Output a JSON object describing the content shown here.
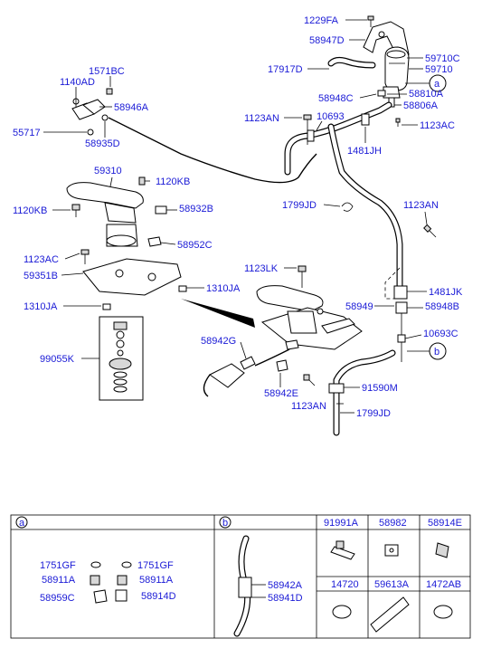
{
  "labels": {
    "l1229FA": "1229FA",
    "l58947D": "58947D",
    "l59710C": "59710C",
    "l59710": "59710",
    "l17917D": "17917D",
    "l1571BC": "1571BC",
    "l1140AD": "1140AD",
    "l58946A": "58946A",
    "l55717": "55717",
    "l58935D": "58935D",
    "l58948C": "58948C",
    "l58810A": "58810A",
    "l58806A": "58806A",
    "l1123AN_a": "1123AN",
    "l10693": "10693",
    "l1123AC_a": "1123AC",
    "l1481JH": "1481JH",
    "l59310": "59310",
    "l1120KB_a": "1120KB",
    "l1120KB_b": "1120KB",
    "l58932B": "58932B",
    "l1799JD_a": "1799JD",
    "l1123AN_b": "1123AN",
    "l58952C": "58952C",
    "l1123AC_b": "1123AC",
    "l1123LK": "1123LK",
    "l59351B": "59351B",
    "l1310JA_a": "1310JA",
    "l1310JA_b": "1310JA",
    "l1481JK": "1481JK",
    "l58949": "58949",
    "l58948B": "58948B",
    "l10693C": "10693C",
    "l58942G": "58942G",
    "l99055K": "99055K",
    "l58942E": "58942E",
    "l91590M": "91590M",
    "l1123AN_c": "1123AN",
    "l1799JD_b": "1799JD",
    "callout_a": "a",
    "callout_b": "b"
  },
  "table": {
    "head_a": "a",
    "head_b": "b",
    "head_91991A": "91991A",
    "head_58982": "58982",
    "head_58914E": "58914E",
    "head_14720": "14720",
    "head_59613A": "59613A",
    "head_1472AB": "1472AB",
    "a_1751GF_l": "1751GF",
    "a_1751GF_r": "1751GF",
    "a_58911A_l": "58911A",
    "a_58911A_r": "58911A",
    "a_58959C": "58959C",
    "a_58914D": "58914D",
    "b_58942A": "58942A",
    "b_58941D": "58941D"
  },
  "colors": {
    "label": "#1a1ad6",
    "line": "#000000"
  }
}
